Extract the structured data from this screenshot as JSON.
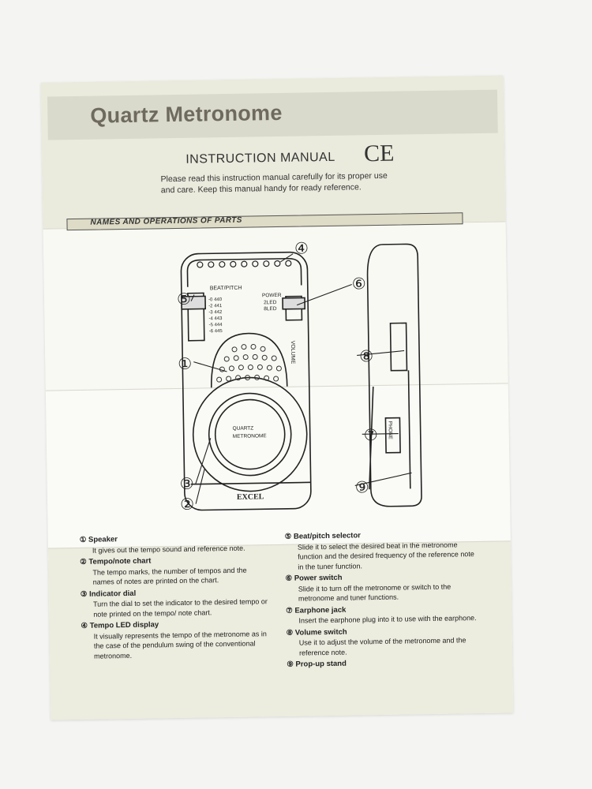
{
  "title": "Quartz Metronome",
  "subtitle": "INSTRUCTION MANUAL",
  "ce_mark": "CE",
  "intro": "Please read this instruction manual carefully for its proper use and care. Keep this manual handy for ready reference.",
  "section_header": "NAMES AND OPERATIONS OF PARTS",
  "diagram": {
    "beat_pitch_label": "BEAT/PITCH",
    "power_label": "POWER",
    "power_options": [
      "2LED",
      "8LED"
    ],
    "pitch_rows": [
      "-0  440",
      "-2  441",
      "-3  442",
      "-4  443",
      "-5  444",
      "-6  445"
    ],
    "dial_label_1": "QUARTZ",
    "dial_label_2": "METRONOME",
    "brand": "EXCEL",
    "volume_label": "VOLUME",
    "phone_label": "PHONE",
    "callouts": [
      "①",
      "②",
      "③",
      "④",
      "⑤",
      "⑥",
      "⑦",
      "⑧",
      "⑨"
    ]
  },
  "parts_left": [
    {
      "num": "①",
      "name": "Speaker",
      "text": "It gives out the tempo sound and reference note."
    },
    {
      "num": "②",
      "name": "Tempo/note chart",
      "text": "The tempo marks, the number of tempos and the names of notes are printed on the chart."
    },
    {
      "num": "③",
      "name": "Indicator dial",
      "text": "Turn the dial to set the indicator to the desired tempo or note printed on the tempo/ note chart."
    },
    {
      "num": "④",
      "name": "Tempo LED display",
      "text": "It visually represents the tempo of the metronome as in the case of the pendulum swing of the conventional metronome."
    }
  ],
  "parts_right": [
    {
      "num": "⑤",
      "name": "Beat/pitch selector",
      "text": "Slide it to select the desired beat in the metronome function and the desired frequency of the reference note in the tuner function."
    },
    {
      "num": "⑥",
      "name": "Power switch",
      "text": "Slide it to turn off the metronome or switch to the metronome and tuner functions."
    },
    {
      "num": "⑦",
      "name": "Earphone jack",
      "text": "Insert the earphone plug into it to use with the earphone."
    },
    {
      "num": "⑧",
      "name": "Volume switch",
      "text": "Use it to adjust the volume of the metronome and the reference note."
    },
    {
      "num": "⑨",
      "name": "Prop-up stand",
      "text": ""
    }
  ]
}
